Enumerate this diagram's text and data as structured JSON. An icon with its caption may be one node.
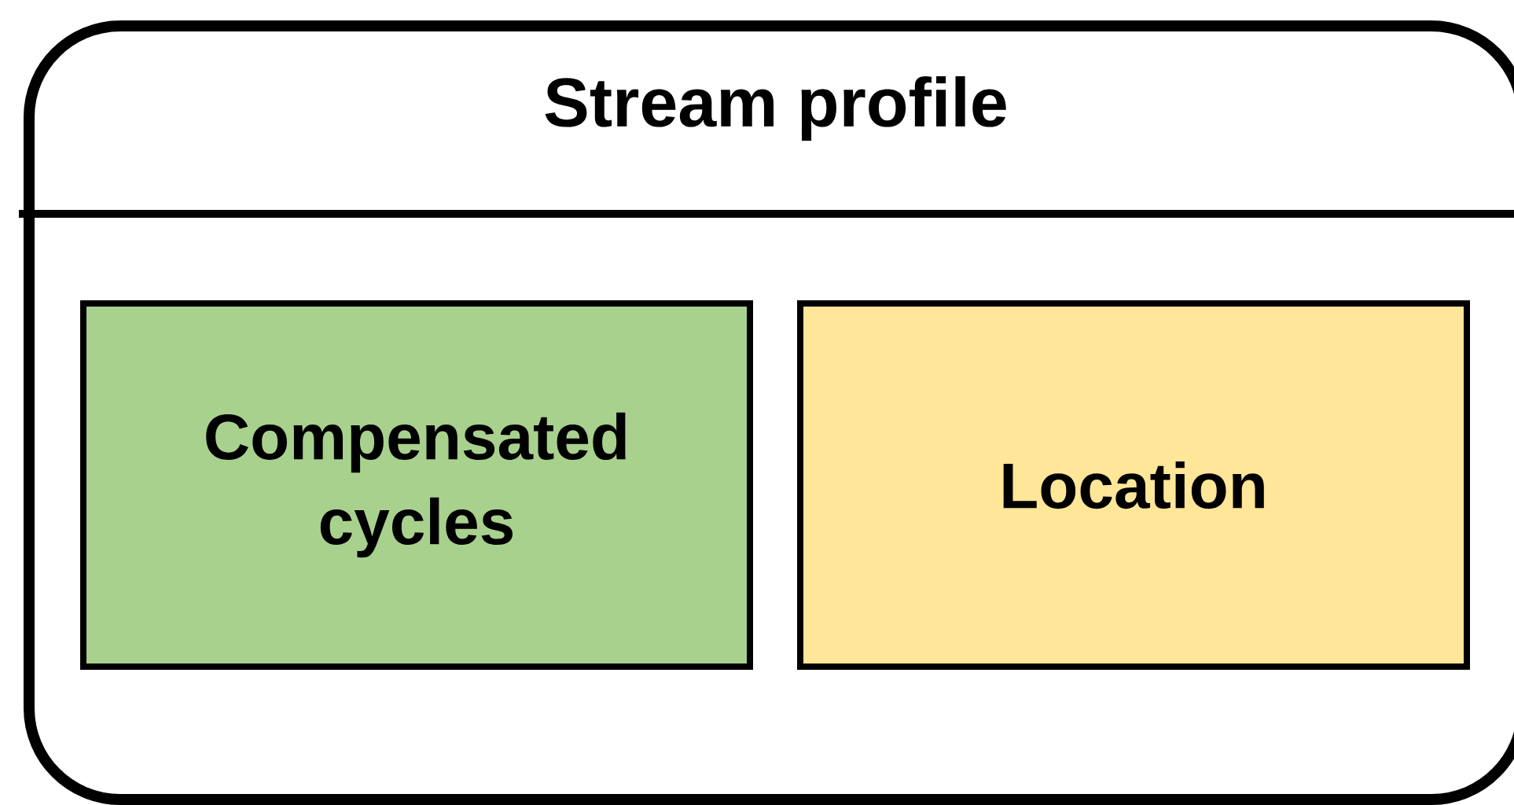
{
  "diagram": {
    "nodes": [
      {
        "text": [
          "Stream profile"
        ]
      },
      {
        "text": [
          "Compensated cycles"
        ],
        "in": 0
      },
      {
        "text": [
          "Location"
        ],
        "in": 0
      }
    ]
  }
}
